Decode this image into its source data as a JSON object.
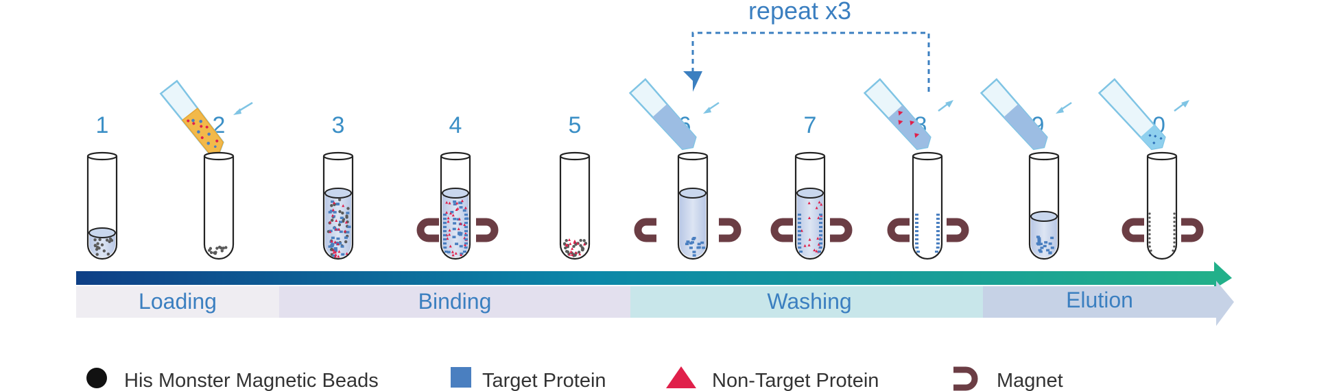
{
  "diagram": {
    "repeat_label": "repeat x3",
    "steps": [
      "1",
      "2",
      "3",
      "4",
      "5",
      "6",
      "7",
      "8",
      "9",
      "10"
    ],
    "phases": [
      {
        "label": "Loading",
        "color": "#efedf2"
      },
      {
        "label": "Binding",
        "color": "#e3e0ee"
      },
      {
        "label": "Washing",
        "color": "#c8e6ea"
      },
      {
        "label": "Elution",
        "color": "#c6d2e6"
      }
    ],
    "legend": [
      {
        "label": "His Monster Magnetic Beads",
        "icon": "bead-dot-icon"
      },
      {
        "label": "Target Protein",
        "icon": "blue-square-icon"
      },
      {
        "label": "Non-Target Protein",
        "icon": "red-triangle-icon"
      },
      {
        "label": "Magnet",
        "icon": "magnet-icon"
      }
    ],
    "colors": {
      "accent_blue": "#3b7fc0",
      "step_blue": "#3b8fc6",
      "magnet": "#6b3d44",
      "target_protein": "#4a7fc0",
      "non_target_protein": "#e0204a",
      "bead": "#5a5a5a",
      "arrow_start": "#0e3f86",
      "arrow_end": "#22b08a"
    }
  }
}
